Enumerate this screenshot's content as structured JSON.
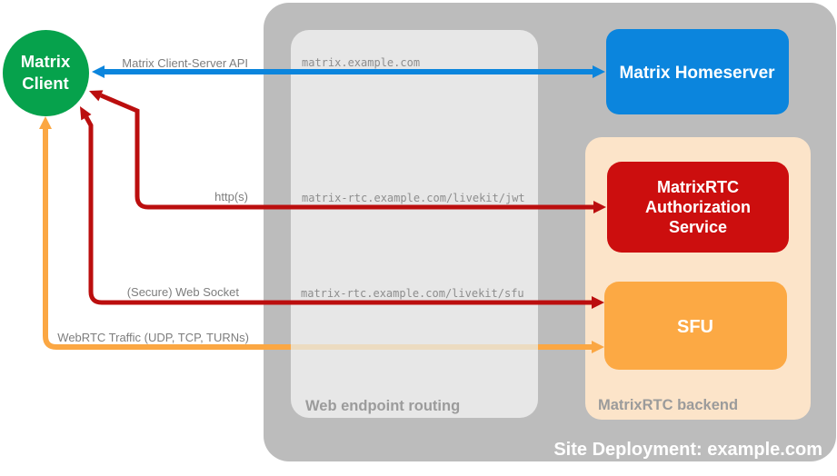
{
  "diagram": {
    "deployment_label": "Site Deployment: example.com",
    "client": {
      "line1": "Matrix",
      "line2": "Client"
    },
    "homeserver": {
      "label": "Matrix Homeserver"
    },
    "auth_service": {
      "line1": "MatrixRTC",
      "line2": "Authorization",
      "line3": "Service"
    },
    "sfu": {
      "label": "SFU"
    },
    "routing": {
      "label": "Web endpoint routing",
      "endpoints": [
        "matrix.example.com",
        "matrix-rtc.example.com/livekit/jwt",
        "matrix-rtc.example.com/livekit/sfu"
      ]
    },
    "backend": {
      "label": "MatrixRTC backend"
    },
    "connections": [
      {
        "label": "Matrix Client-Server API",
        "color": "#0b85dd"
      },
      {
        "label": "http(s)",
        "color": "#bb0e0e"
      },
      {
        "label": "(Secure) Web Socket",
        "color": "#bb0e0e"
      },
      {
        "label": "WebRTC Traffic (UDP, TCP, TURNs)",
        "color": "#fba743"
      }
    ]
  },
  "colors": {
    "client_green": "#06a24c",
    "homeserver_blue": "#0b85dd",
    "auth_red": "#cc0e0e",
    "sfu_orange": "#fca944",
    "backend_peach": "#fce4c9",
    "site_gray": "#bcbcbc",
    "routing_gray": "#e7e7e7",
    "webrtc_pale_orange": "#ecdbc0",
    "conn_label_gray": "#7d7d7d",
    "url_gray": "#8d8d8d",
    "section_label_gray": "#9b9b9b",
    "text_white": "#ffffff"
  }
}
